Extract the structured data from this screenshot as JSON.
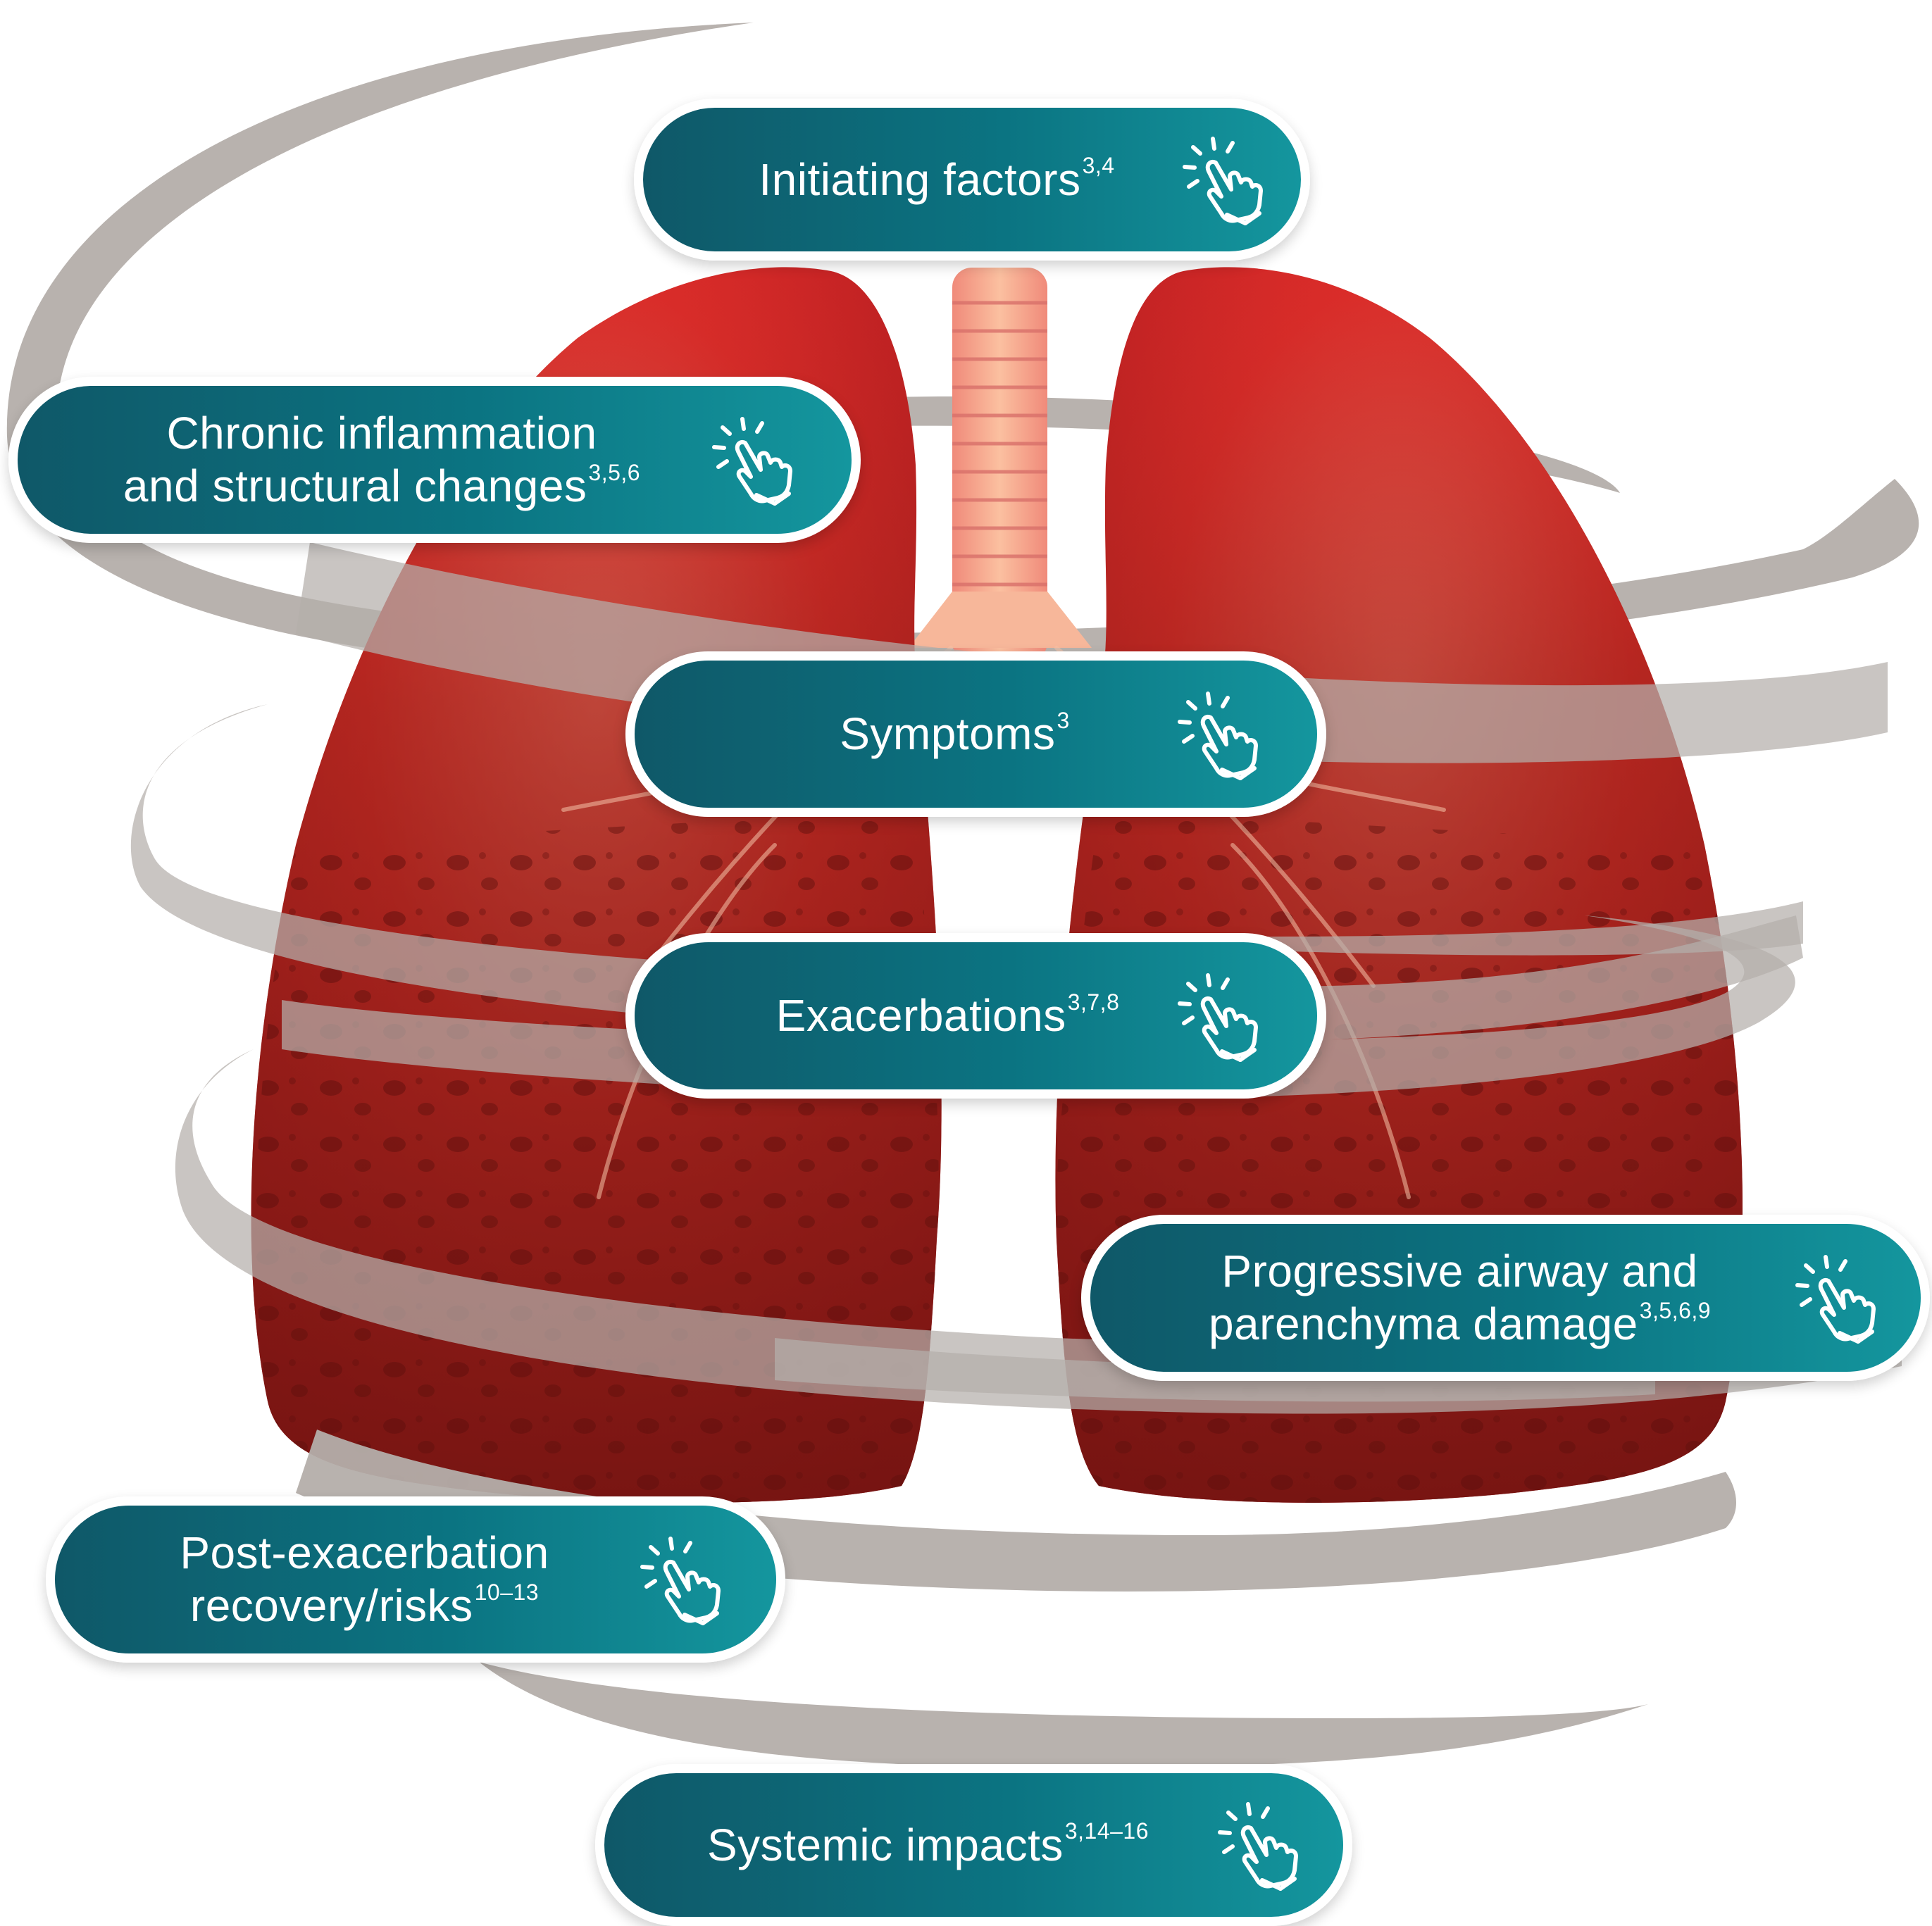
{
  "colors": {
    "pill_gradient": [
      "#0f5868",
      "#0b7482",
      "#14969e"
    ],
    "pill_border": "#ffffff",
    "spiral": "#b8b2ae",
    "lung": "#d22a2a",
    "trachea": "#f5a48a"
  },
  "icon_name": "tap-hand-icon",
  "nodes": [
    {
      "id": "initiating",
      "lines": [
        "Initiating factors"
      ],
      "sup": "3,4"
    },
    {
      "id": "chronic",
      "lines": [
        "Chronic inflammation",
        "and structural changes"
      ],
      "sup": "3,5,6"
    },
    {
      "id": "symptoms",
      "lines": [
        "Symptoms"
      ],
      "sup": "3"
    },
    {
      "id": "exacerbations",
      "lines": [
        "Exacerbations"
      ],
      "sup": "3,7,8"
    },
    {
      "id": "progressive",
      "lines": [
        "Progressive airway and",
        "parenchyma damage"
      ],
      "sup": "3,5,6,9"
    },
    {
      "id": "post",
      "lines": [
        "Post-exacerbation",
        "recovery/risks"
      ],
      "sup": "10–13"
    },
    {
      "id": "systemic",
      "lines": [
        "Systemic impacts"
      ],
      "sup": "3,14–16"
    }
  ]
}
